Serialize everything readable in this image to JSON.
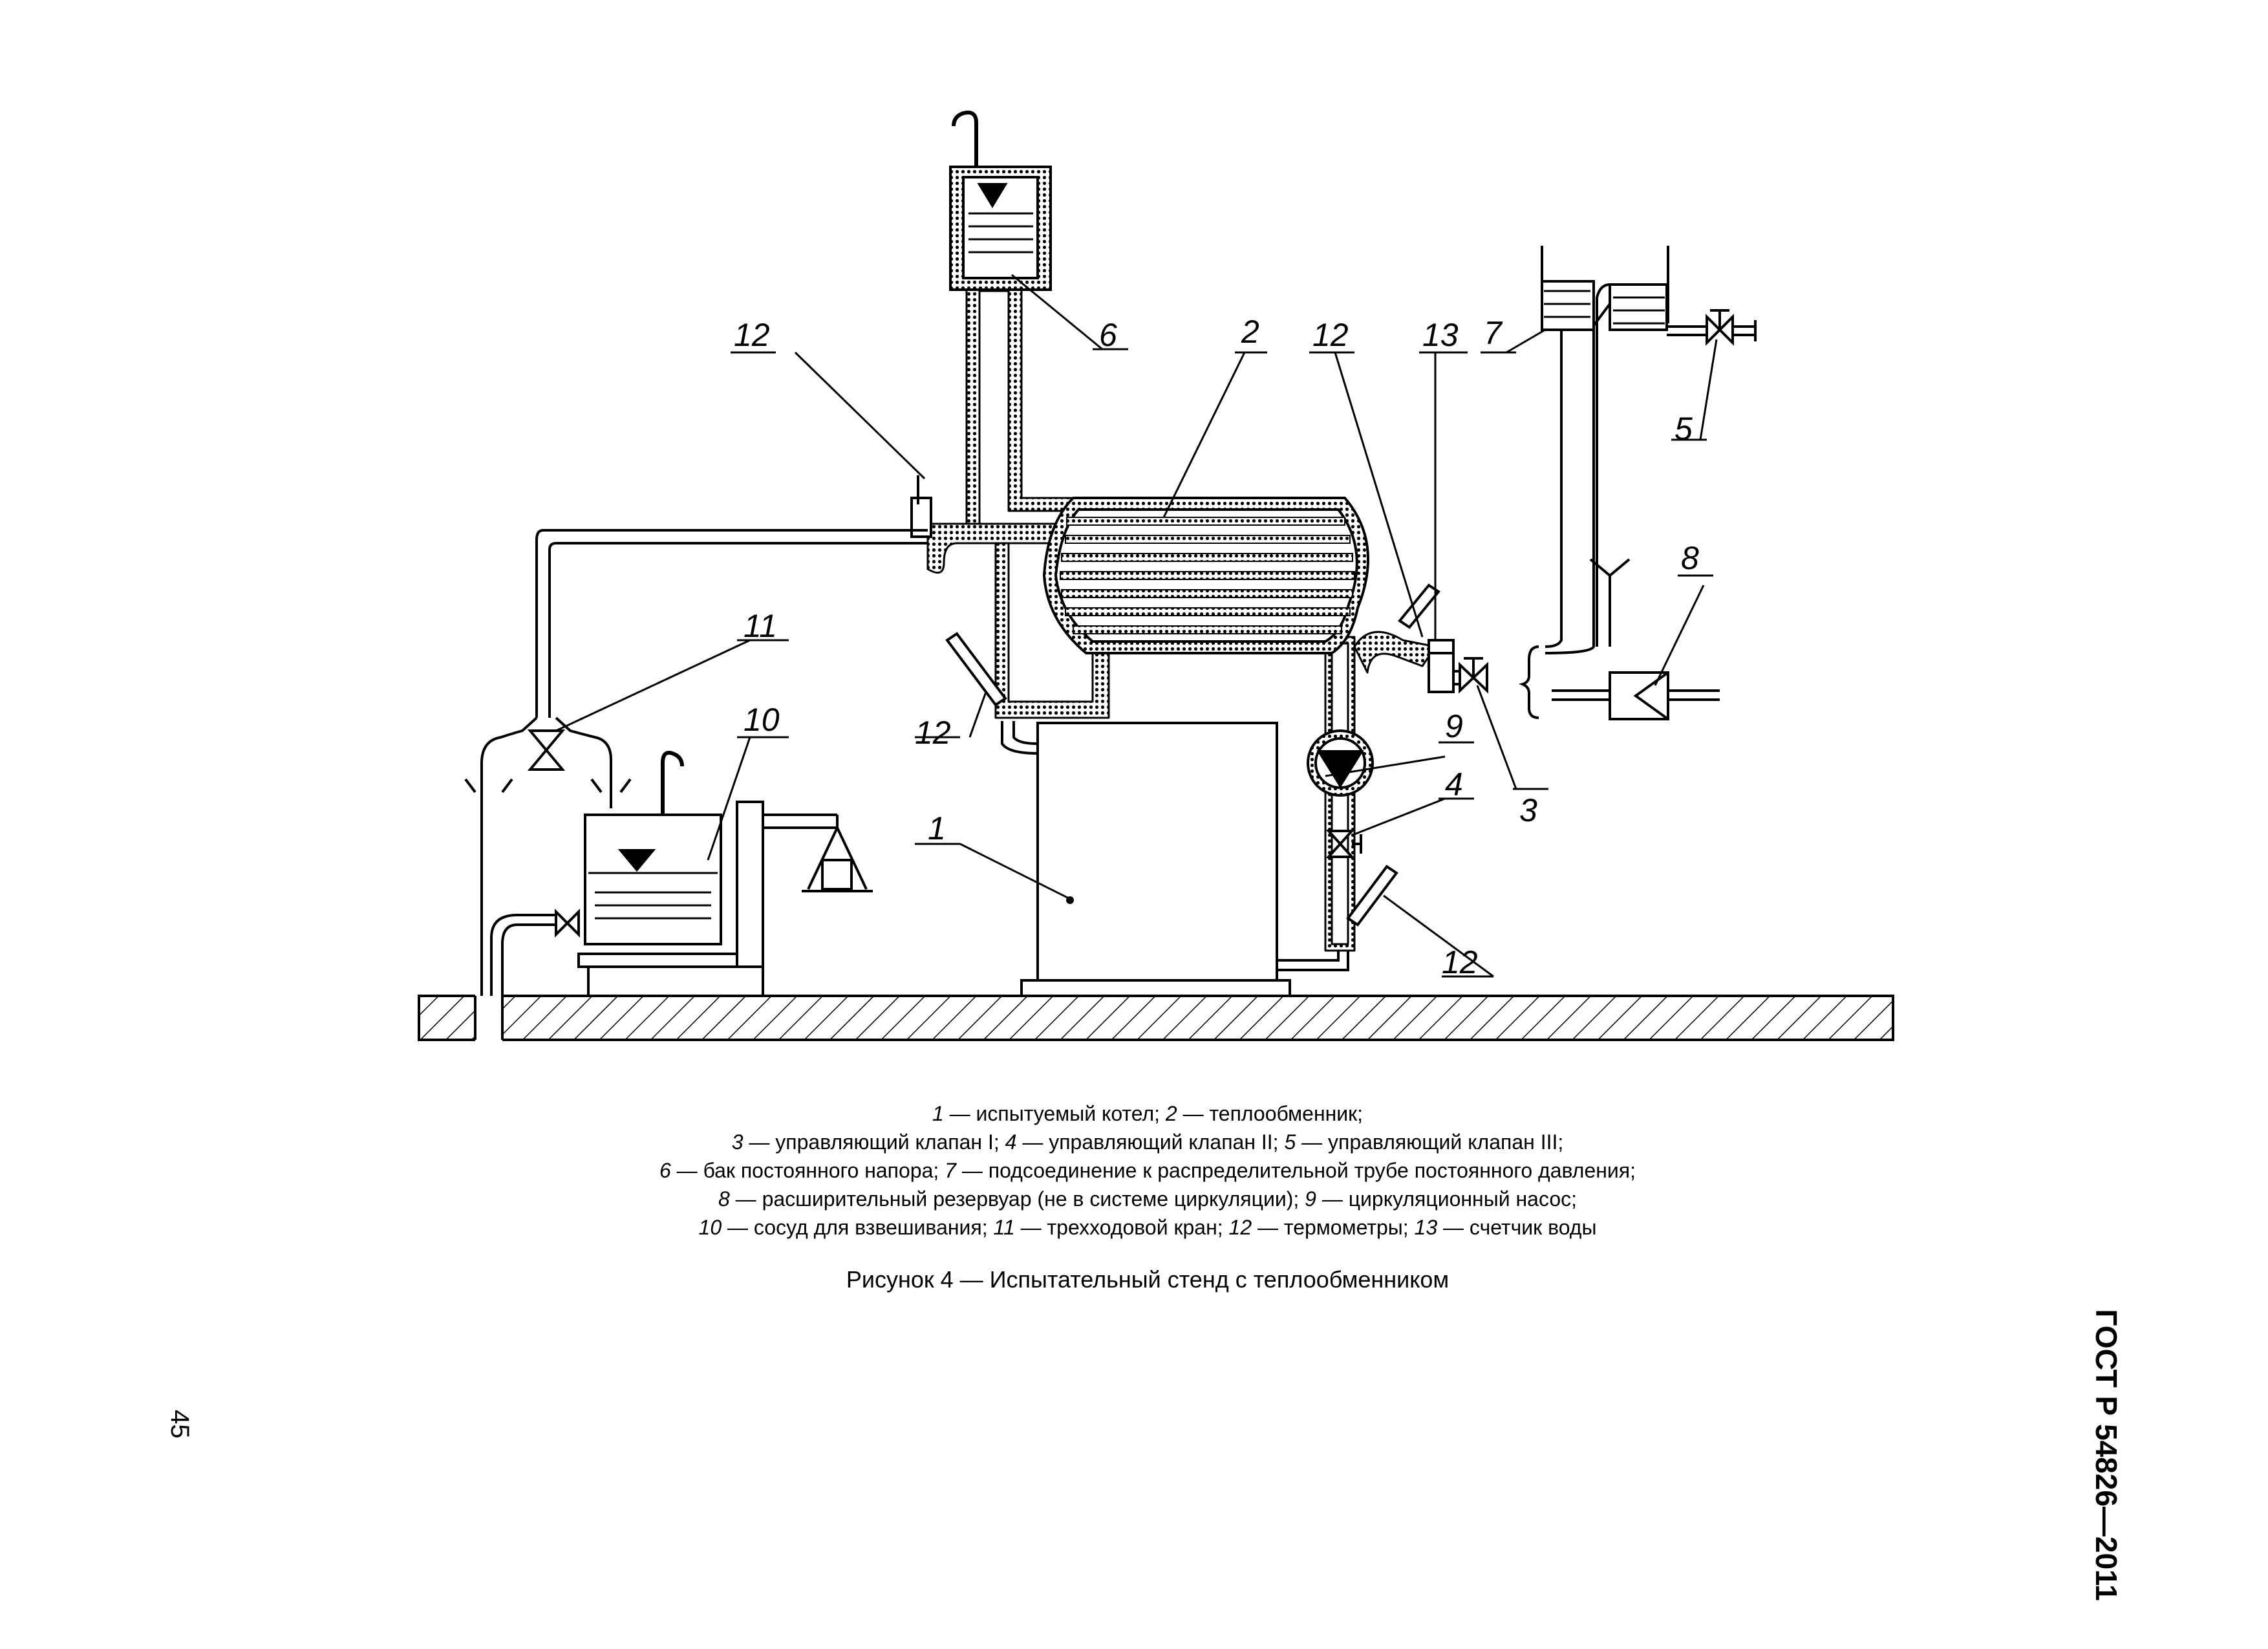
{
  "callouts": {
    "c1": "1",
    "c2": "2",
    "c3": "3",
    "c4": "4",
    "c5": "5",
    "c6": "6",
    "c7": "7",
    "c8": "8",
    "c9": "9",
    "c10": "10",
    "c11": "11",
    "c13": "13",
    "c12": "12"
  },
  "caption": {
    "l1": {
      "n1": "1",
      "t1": " — испытуемый котел; ",
      "n2": "2",
      "t2": " — теплообменник;"
    },
    "l2": {
      "n1": "3",
      "t1": " — управляющий клапан I; ",
      "n2": "4",
      "t2": " — управляющий клапан II; ",
      "n3": "5",
      "t3": " — управляющий клапан III;"
    },
    "l3": {
      "n1": "6",
      "t1": " — бак постоянного напора; ",
      "n2": "7",
      "t2": " — подсоединение к распределительной трубе постоянного давления;"
    },
    "l4": {
      "n1": "8",
      "t1": " — расширительный резервуар (не в системе циркуляции); ",
      "n2": "9",
      "t2": " — циркуляционный насос;"
    },
    "l5": {
      "n1": "10",
      "t1": " — сосуд для взвешивания; ",
      "n2": "11",
      "t2": " — трехходовой кран; ",
      "n3": "12",
      "t3": " — термометры; ",
      "n4": "13",
      "t4": " — счетчик воды"
    }
  },
  "figure_title": "Рисунок 4 — Испытательный стенд с теплообменником",
  "standard_code": "ГОСТ Р 54826—2011",
  "page_number": "45"
}
